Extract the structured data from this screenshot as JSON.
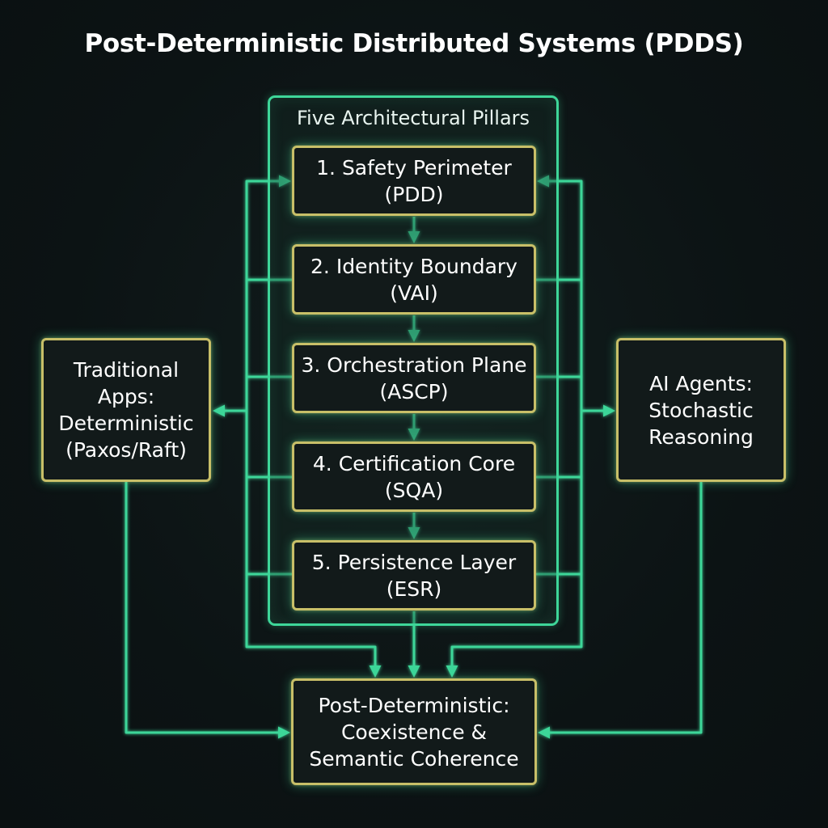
{
  "title": "Post-Deterministic Distributed Systems (PDDS)",
  "pillars_group": {
    "label": "Five Architectural Pillars",
    "items": [
      {
        "name": "1. Safety Perimeter",
        "abbr": "(PDD)"
      },
      {
        "name": "2. Identity Boundary",
        "abbr": "(VAI)"
      },
      {
        "name": "3. Orchestration Plane",
        "abbr": "(ASCP)"
      },
      {
        "name": "4. Certification Core",
        "abbr": "(SQA)"
      },
      {
        "name": "5. Persistence Layer",
        "abbr": "(ESR)"
      }
    ]
  },
  "left_node": {
    "lines": [
      "Traditional",
      "Apps:",
      "Deterministic",
      "(Paxos/Raft)"
    ]
  },
  "right_node": {
    "lines": [
      "AI Agents:",
      "Stochastic",
      "Reasoning"
    ]
  },
  "bottom_node": {
    "lines": [
      "Post-Deterministic:",
      "Coexistence &",
      "Semantic Coherence"
    ]
  },
  "colors": {
    "background": "#0d1516",
    "connector": "#3ed699",
    "box_border": "#c8bf68",
    "text": "#ffffff"
  }
}
